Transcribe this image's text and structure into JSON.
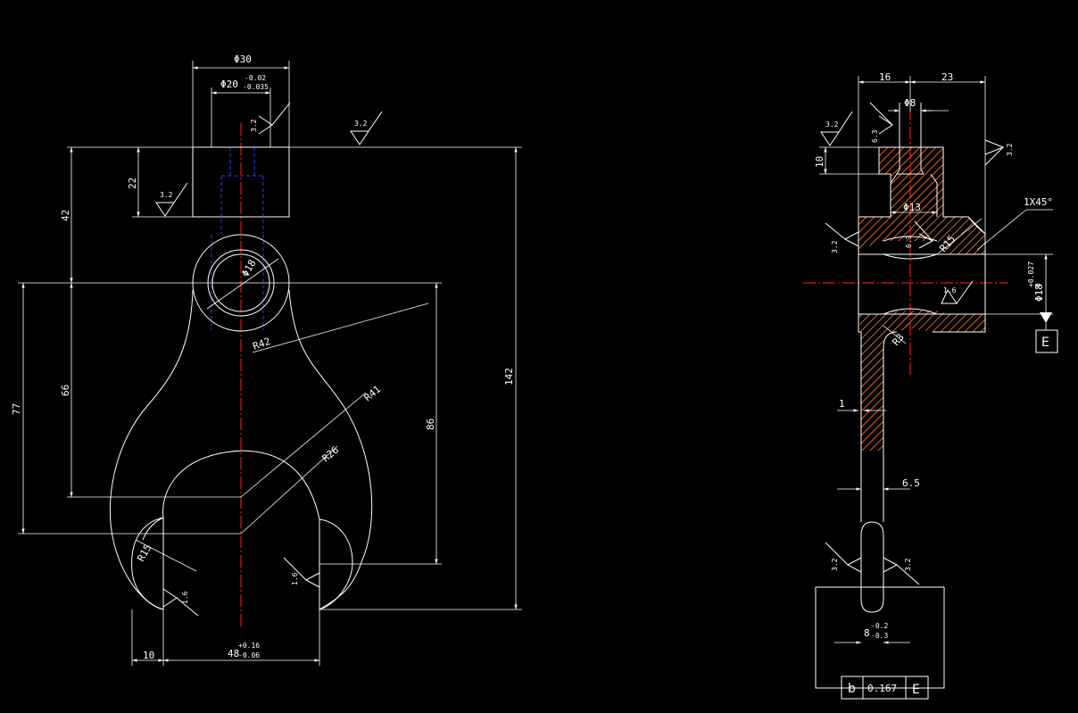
{
  "front_view": {
    "dims": {
      "d30": "Φ30",
      "d20": "Φ20",
      "d20_upper": "-0.02",
      "d20_lower": "-0.035",
      "d18": "Φ18",
      "h42": "42",
      "h22": "22",
      "h66": "66",
      "h77": "77",
      "h86": "86",
      "h142": "142",
      "r42": "R42",
      "r41": "R41",
      "r26": "R26",
      "r15": "R15",
      "w10": "10",
      "w48": "48",
      "w48_upper": "+0.16",
      "w48_lower": "-0.06"
    },
    "roughness": {
      "top_vertical": "3.2",
      "top_surface": "3.2",
      "step_surface": "3.2",
      "left_fork": "1.6",
      "right_fork": "1.6"
    }
  },
  "side_view": {
    "dims": {
      "w16": "16",
      "w23": "23",
      "d8": "Φ8",
      "d13": "Φ13",
      "h10": "10",
      "chamfer": "1X45°",
      "r15": "R15",
      "r3": "R3",
      "d18": "Φ18",
      "d18_upper": "+0.027",
      "d18_lower": "0",
      "w1": "1",
      "w6_5": "6.5",
      "w8": "8",
      "w8_upper": "-0.2",
      "w8_lower": "-0.3"
    },
    "roughness": {
      "top_left": "3.2",
      "top_inner": "6.3",
      "top_right": "3.2",
      "left_mid": "3.2",
      "bore_inner": "6.3",
      "bore_right": "1.6",
      "fork_left": "3.2",
      "fork_right": "3.2"
    },
    "datum": "E",
    "tolerance_frame": {
      "symbol": "b",
      "value": "0.167",
      "datum": "E"
    }
  }
}
